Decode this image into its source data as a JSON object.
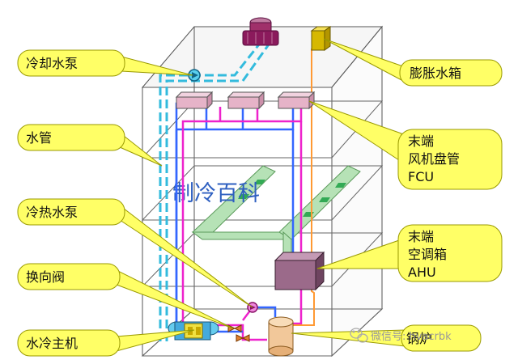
{
  "labels": {
    "cooling_pump": "冷却水泵",
    "water_pipe": "水管",
    "hot_cold_pump": "冷热水泵",
    "reversing_valve": "换向阀",
    "chiller": "水冷主机",
    "expansion_tank": "膨胀水箱",
    "fcu_line1": "末端",
    "fcu_line2": "风机盘管",
    "fcu_line3": "FCU",
    "ahu_line1": "末端",
    "ahu_line2": "空调箱",
    "ahu_line3": "AHU",
    "boiler": "锅炉"
  },
  "brand_text": "制冷百科",
  "watermark_text": "微信号: hvacrbk",
  "colors": {
    "callout_fill": "#ffff66",
    "building_edge": "#555555",
    "cooling_water": "#33bbdd",
    "chilled_supply": "#3366ff",
    "chilled_return": "#ee22cc",
    "expansion_line": "#ff9933",
    "fan_unit": "#e6b3c8",
    "ahu_box": "#9b6a8a",
    "boiler": "#f2c89a",
    "cooling_tower": "#8b1a5c",
    "expansion_tank": "#d6b800",
    "duct": "#aaddaa"
  }
}
